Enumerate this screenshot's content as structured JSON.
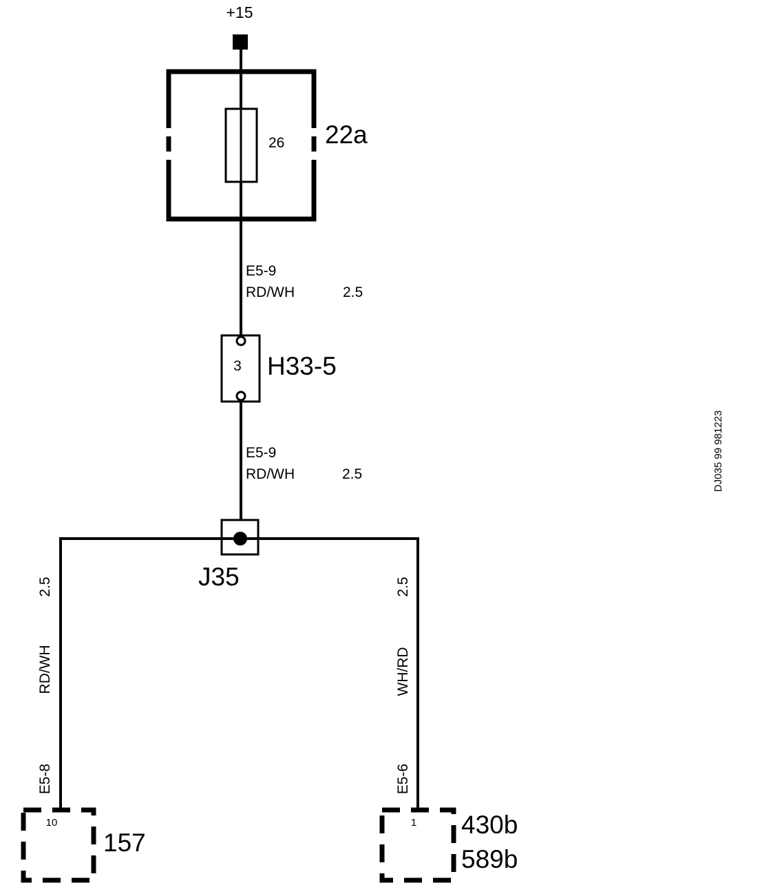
{
  "supply": {
    "label": "+15"
  },
  "fuse_box": {
    "id": "22a",
    "fuse_number": "26"
  },
  "wire_top": {
    "code": "E5-9",
    "color": "RD/WH",
    "size": "2.5"
  },
  "connector": {
    "id": "H33-5",
    "pin": "3"
  },
  "wire_mid": {
    "code": "E5-9",
    "color": "RD/WH",
    "size": "2.5"
  },
  "junction": {
    "id": "J35"
  },
  "branch_left": {
    "size": "2.5",
    "color": "RD/WH",
    "code": "E5-8"
  },
  "branch_right": {
    "size": "2.5",
    "color": "WH/RD",
    "code": "E5-6"
  },
  "component_left": {
    "pin": "10",
    "id": "157"
  },
  "component_right": {
    "pin": "1",
    "id_line1": "430b",
    "id_line2": "589b"
  },
  "drawing_number": "DJ035 99 981223"
}
